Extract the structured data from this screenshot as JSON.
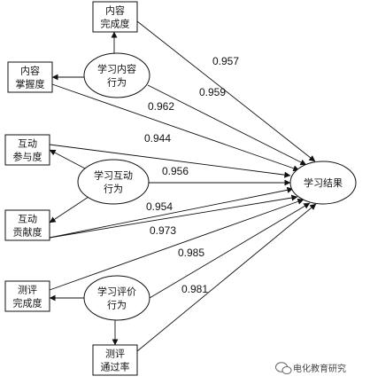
{
  "diagram": {
    "nodes": [
      {
        "id": "content_completion",
        "kind": "box",
        "lines": [
          "内容",
          "完成度"
        ]
      },
      {
        "id": "content_mastery",
        "kind": "box",
        "lines": [
          "内容",
          "掌握度"
        ]
      },
      {
        "id": "interaction_participation",
        "kind": "box",
        "lines": [
          "互动",
          "参与度"
        ]
      },
      {
        "id": "interaction_contribution",
        "kind": "box",
        "lines": [
          "互动",
          "贡献度"
        ]
      },
      {
        "id": "test_completion",
        "kind": "box",
        "lines": [
          "测评",
          "完成度"
        ]
      },
      {
        "id": "test_pass_rate",
        "kind": "box",
        "lines": [
          "测评",
          "通过率"
        ]
      },
      {
        "id": "content_behavior",
        "kind": "ellipse",
        "lines": [
          "学习内容",
          "行为"
        ]
      },
      {
        "id": "interaction_behavior",
        "kind": "ellipse",
        "lines": [
          "学习互动",
          "行为"
        ]
      },
      {
        "id": "evaluation_behavior",
        "kind": "ellipse",
        "lines": [
          "学习评价",
          "行为"
        ]
      },
      {
        "id": "learning_outcome",
        "kind": "ellipse",
        "lines": [
          "学习结果"
        ]
      }
    ],
    "edges": [
      {
        "from": "content_behavior",
        "to": "content_completion"
      },
      {
        "from": "content_behavior",
        "to": "content_mastery"
      },
      {
        "from": "interaction_behavior",
        "to": "interaction_participation"
      },
      {
        "from": "interaction_behavior",
        "to": "interaction_contribution"
      },
      {
        "from": "evaluation_behavior",
        "to": "test_completion"
      },
      {
        "from": "evaluation_behavior",
        "to": "test_pass_rate"
      },
      {
        "from": "content_completion",
        "to": "learning_outcome",
        "label": "0.957"
      },
      {
        "from": "content_behavior",
        "to": "learning_outcome",
        "label": "0.959"
      },
      {
        "from": "content_mastery",
        "to": "learning_outcome",
        "label": "0.962"
      },
      {
        "from": "interaction_participation",
        "to": "learning_outcome",
        "label": "0.944"
      },
      {
        "from": "interaction_behavior",
        "to": "learning_outcome",
        "label": "0.956"
      },
      {
        "from": "interaction_contribution",
        "to": "learning_outcome",
        "label": "0.954"
      },
      {
        "from": "interaction_contribution",
        "to": "learning_outcome",
        "label": "0.973"
      },
      {
        "from": "test_completion",
        "to": "learning_outcome",
        "label": "0.985"
      },
      {
        "from": "evaluation_behavior",
        "to": "learning_outcome",
        "label": "0.981"
      },
      {
        "from": "test_pass_rate",
        "to": "learning_outcome"
      }
    ]
  },
  "watermark": {
    "text": "电化教育研究",
    "icon": "wechat-icon"
  }
}
